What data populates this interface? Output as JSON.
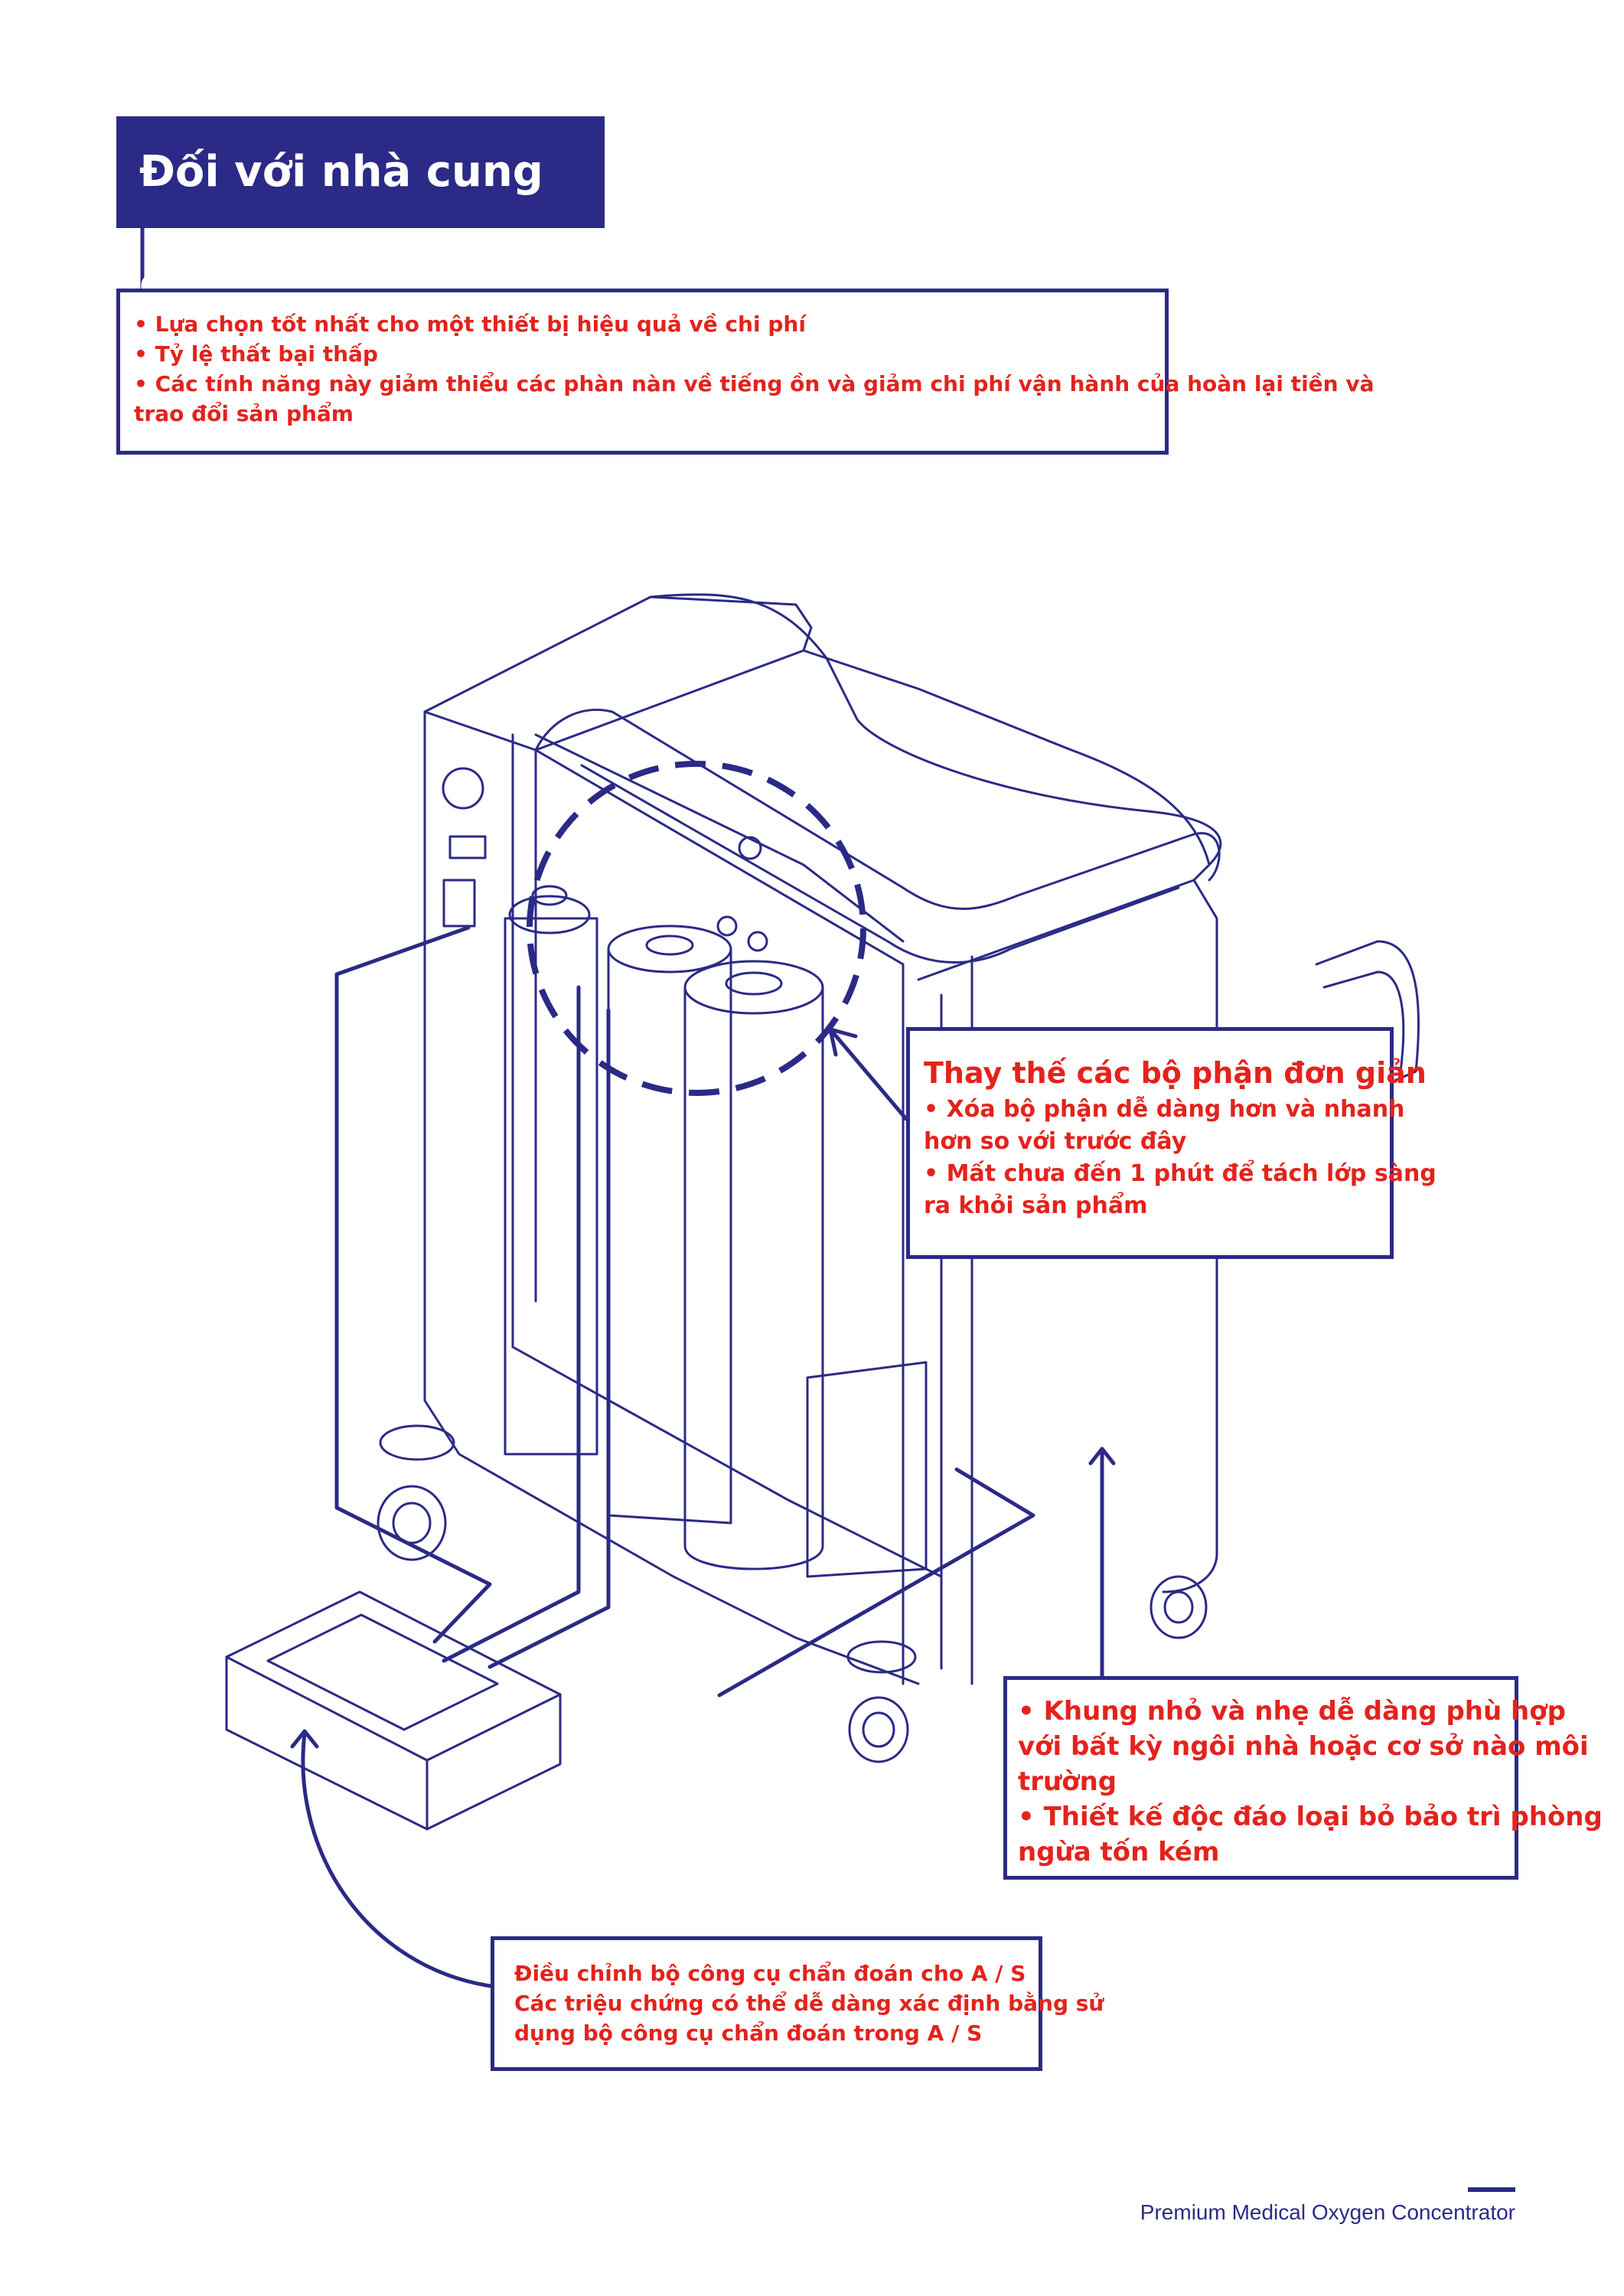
{
  "header": {
    "title": "Đối với nhà cung cấp"
  },
  "benefits": {
    "lines": [
      "• Lựa chọn tốt nhất cho một thiết bị hiệu quả về chi phí",
      "• Tỷ lệ thất bại thấp",
      "• Các tính năng này giảm thiểu các phàn nàn về tiếng ồn và giảm chi phí vận hành của hoàn lại tiền và",
      "trao đổi sản phẩm"
    ]
  },
  "parts_callout": {
    "title": "Thay thế các bộ phận đơn giản",
    "lines": [
      "• Xóa bộ phận dễ dàng hơn và nhanh",
      "hơn so với trước đây",
      "• Mất chưa đến 1 phút để tách lớp sàng",
      "ra khỏi sản phẩm"
    ]
  },
  "frame_callout": {
    "lines": [
      "• Khung nhỏ và nhẹ dễ dàng phù hợp",
      "với bất kỳ ngôi nhà hoặc cơ sở nào môi",
      "trường",
      "• Thiết kế độc đáo loại bỏ bảo trì phòng",
      "ngừa tốn kém"
    ]
  },
  "diagnostic_callout": {
    "lines": [
      "Điều chỉnh bộ công cụ chẩn đoán cho A / S",
      "Các triệu chứng có thể dễ dàng xác định bằng sử",
      "dụng bộ công cụ chẩn đoán trong A / S"
    ]
  },
  "footer": {
    "text": "Premium Medical Oxygen Concentrator"
  },
  "colors": {
    "navy": "#2b2a86",
    "red": "#e3231c"
  }
}
